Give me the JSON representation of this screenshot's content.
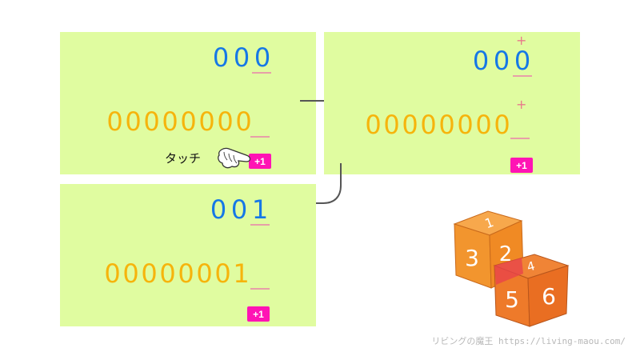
{
  "panel_before": {
    "counter_small": [
      "0",
      "0",
      "0"
    ],
    "counter_large": [
      "0",
      "0",
      "0",
      "0",
      "0",
      "0",
      "0",
      "0"
    ],
    "touch_label": "タッチ",
    "button_label": "+1"
  },
  "panel_carry": {
    "counter_small": [
      "0",
      "0",
      "0"
    ],
    "counter_large": [
      "0",
      "0",
      "0",
      "0",
      "0",
      "0",
      "0",
      "0"
    ],
    "plus_mark": "+",
    "button_label": "+1"
  },
  "panel_after": {
    "counter_small": [
      "0",
      "0",
      "1"
    ],
    "counter_large": [
      "0",
      "0",
      "0",
      "0",
      "0",
      "0",
      "0",
      "1"
    ],
    "button_label": "+1"
  },
  "dice": {
    "die1_faces": [
      "1",
      "3",
      "2"
    ],
    "die2_faces": [
      "4",
      "5",
      "6"
    ]
  },
  "footer": {
    "site_name": "リビングの魔王",
    "site_url": "https://living-maou.com/"
  },
  "colors": {
    "panel_bg": "#e0fca0",
    "digit_blue": "#1678e6",
    "digit_orange": "#f6b40c",
    "button_magenta": "#ff14b4",
    "die_orange": "#f28a2a",
    "arrow": "#555555"
  },
  "icons": [
    "pointing-hand-icon",
    "arrow-right-icon",
    "curved-arrow-icon",
    "dice-icon"
  ]
}
